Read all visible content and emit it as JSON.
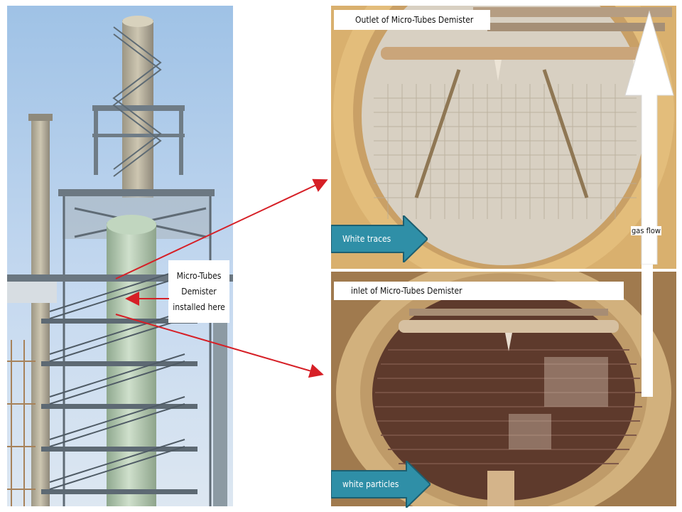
{
  "outlet": {
    "title": "Outlet of Micro-Tubes Demister",
    "arrow_label": "White traces"
  },
  "inlet": {
    "title": "inlet of Micro-Tubes Demister",
    "arrow_label": "white particles"
  },
  "tower": {
    "callout_lines": [
      "Micro-Tubes",
      "Demister",
      "installed here"
    ]
  },
  "gas_flow": {
    "label": "gas flow"
  },
  "colors": {
    "pointer_arrow": "#d61f26",
    "teal_arrow": "#2f8fa7",
    "steel": "#7d8a94",
    "frp_tank": "#a9bfa7",
    "pipe_tan": "#d7b98a"
  }
}
